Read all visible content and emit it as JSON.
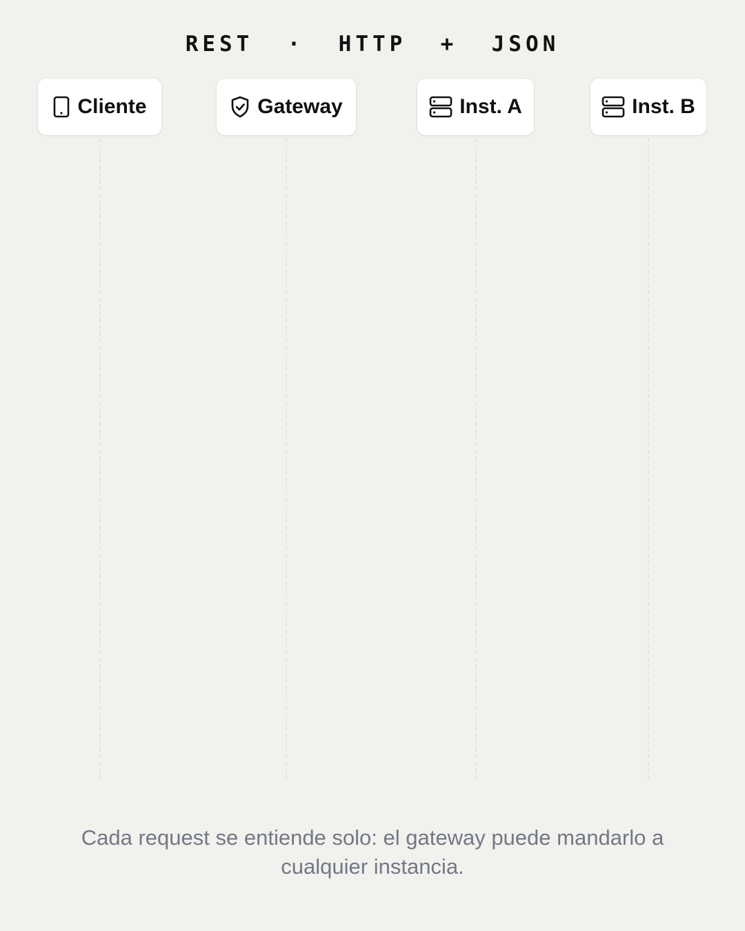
{
  "diagram": {
    "title": "REST  ·  HTTP  +  JSON",
    "nodes": [
      {
        "label": "Cliente",
        "icon": "smartphone-icon"
      },
      {
        "label": "Gateway",
        "icon": "shield-check-icon"
      },
      {
        "label": "Inst. A",
        "icon": "server-icon"
      },
      {
        "label": "Inst. B",
        "icon": "server-icon"
      }
    ],
    "caption": "Cada request se entiende solo: el gateway puede mandarlo a cualquier instancia."
  }
}
